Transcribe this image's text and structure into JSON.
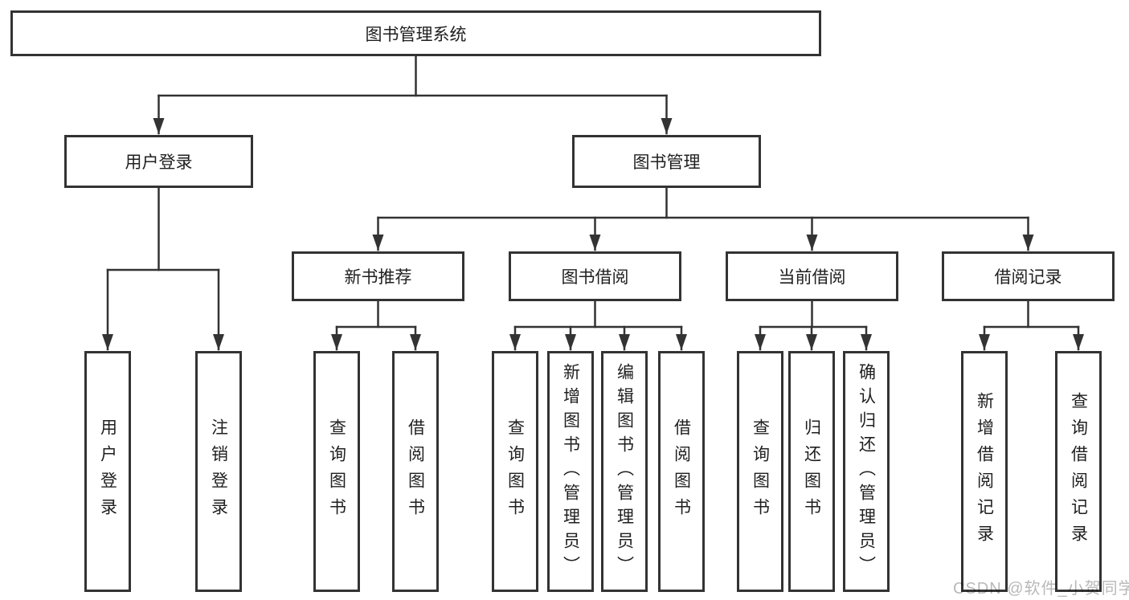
{
  "tree": {
    "root": {
      "label": "图书管理系统"
    },
    "branches": [
      {
        "label": "用户登录",
        "children": [
          {
            "label": "用户登录"
          },
          {
            "label": "注销登录"
          }
        ]
      },
      {
        "label": "图书管理",
        "children": [
          {
            "label": "新书推荐",
            "children": [
              {
                "label": "查询图书"
              },
              {
                "label": "借阅图书"
              }
            ]
          },
          {
            "label": "图书借阅",
            "children": [
              {
                "label": "查询图书"
              },
              {
                "label": "新增图书（管理员）"
              },
              {
                "label": "编辑图书（管理员）"
              },
              {
                "label": "借阅图书"
              }
            ]
          },
          {
            "label": "当前借阅",
            "children": [
              {
                "label": "查询图书"
              },
              {
                "label": "归还图书"
              },
              {
                "label": "确认归还（管理员）"
              }
            ]
          },
          {
            "label": "借阅记录",
            "children": [
              {
                "label": "新增借阅记录"
              },
              {
                "label": "查询借阅记录"
              }
            ]
          }
        ]
      }
    ]
  },
  "watermark": {
    "text": "CSDN @软件_小贺同学"
  },
  "colors": {
    "line": "#333333",
    "box_border": "#333333",
    "text": "#1f1f1f",
    "watermark": "#b9b9b9",
    "background": "#ffffff"
  }
}
